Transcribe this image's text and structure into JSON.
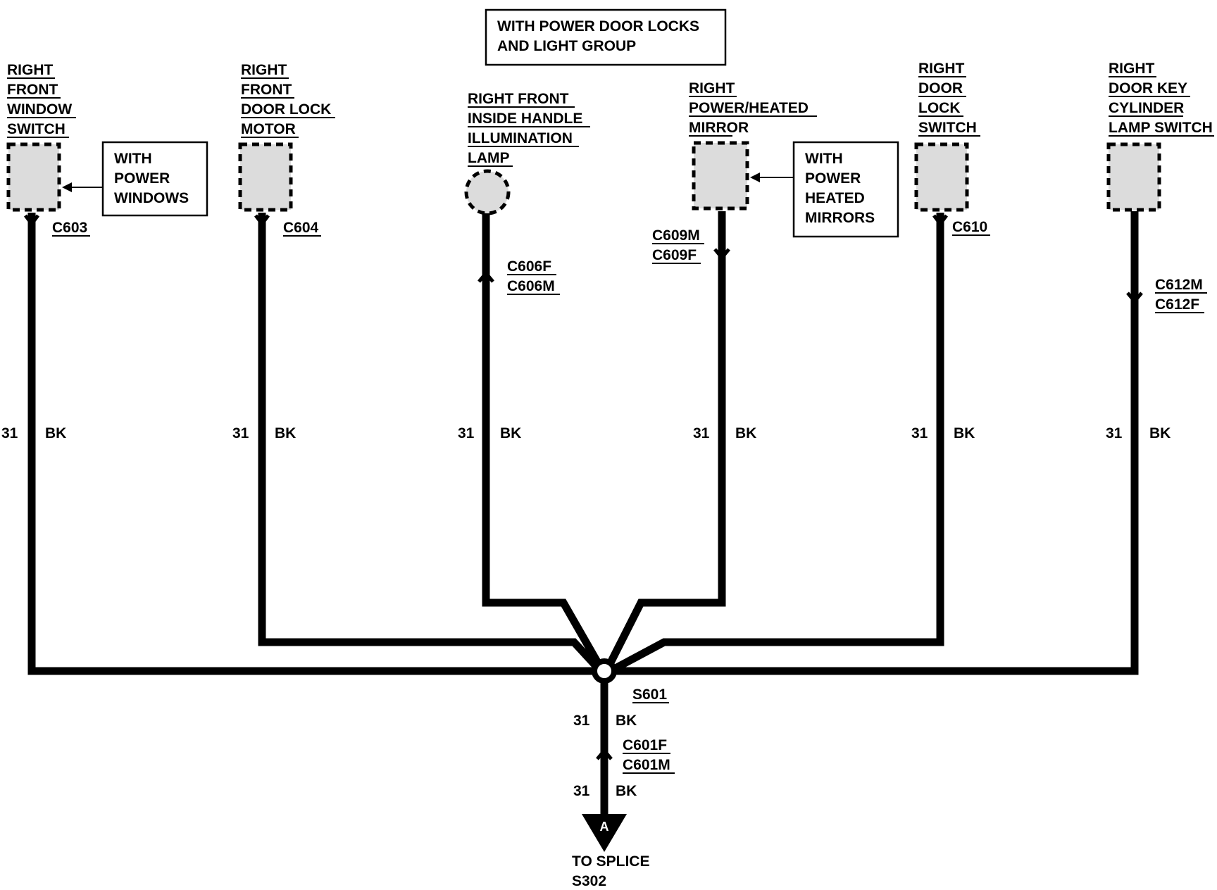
{
  "header_note": [
    "WITH POWER DOOR LOCKS",
    "AND LIGHT GROUP"
  ],
  "components": [
    {
      "id": "rf-window-switch",
      "label": [
        "RIGHT",
        "FRONT",
        "WINDOW",
        "SWITCH"
      ],
      "connector": "C603",
      "circuit": "31",
      "color": "BK",
      "shape": "rect"
    },
    {
      "id": "rf-door-lock-motor",
      "label": [
        "RIGHT",
        "FRONT",
        "DOOR LOCK",
        "MOTOR"
      ],
      "connector": "C604",
      "circuit": "31",
      "color": "BK",
      "shape": "rect"
    },
    {
      "id": "rf-inside-handle-lamp",
      "label": [
        "RIGHT FRONT",
        "INSIDE HANDLE",
        "ILLUMINATION",
        "LAMP"
      ],
      "connector": [
        "C606F",
        "C606M"
      ],
      "circuit": "31",
      "color": "BK",
      "shape": "circle"
    },
    {
      "id": "r-power-heated-mirror",
      "label": [
        "RIGHT",
        "POWER/HEATED",
        "MIRROR"
      ],
      "connector": [
        "C609M",
        "C609F"
      ],
      "circuit": "31",
      "color": "BK",
      "shape": "rect"
    },
    {
      "id": "r-door-lock-switch",
      "label": [
        "RIGHT",
        "DOOR",
        "LOCK",
        "SWITCH"
      ],
      "connector": "C610",
      "circuit": "31",
      "color": "BK",
      "shape": "rect"
    },
    {
      "id": "r-door-key-cylinder-lamp-switch",
      "label": [
        "RIGHT",
        "DOOR KEY",
        "CYLINDER",
        "LAMP SWITCH"
      ],
      "connector": [
        "C612M",
        "C612F"
      ],
      "circuit": "31",
      "color": "BK",
      "shape": "rect"
    }
  ],
  "option_notes": {
    "power_windows": [
      "WITH",
      "POWER",
      "WINDOWS"
    ],
    "power_heated_mirrors": [
      "WITH",
      "POWER",
      "HEATED",
      "MIRRORS"
    ]
  },
  "splice": {
    "id": "S601"
  },
  "trunk": {
    "circuit_upper": "31",
    "color_upper": "BK",
    "connector": [
      "C601F",
      "C601M"
    ],
    "circuit_lower": "31",
    "color_lower": "BK"
  },
  "destination": {
    "marker": "A",
    "label": [
      "TO SPLICE",
      "S302"
    ]
  }
}
